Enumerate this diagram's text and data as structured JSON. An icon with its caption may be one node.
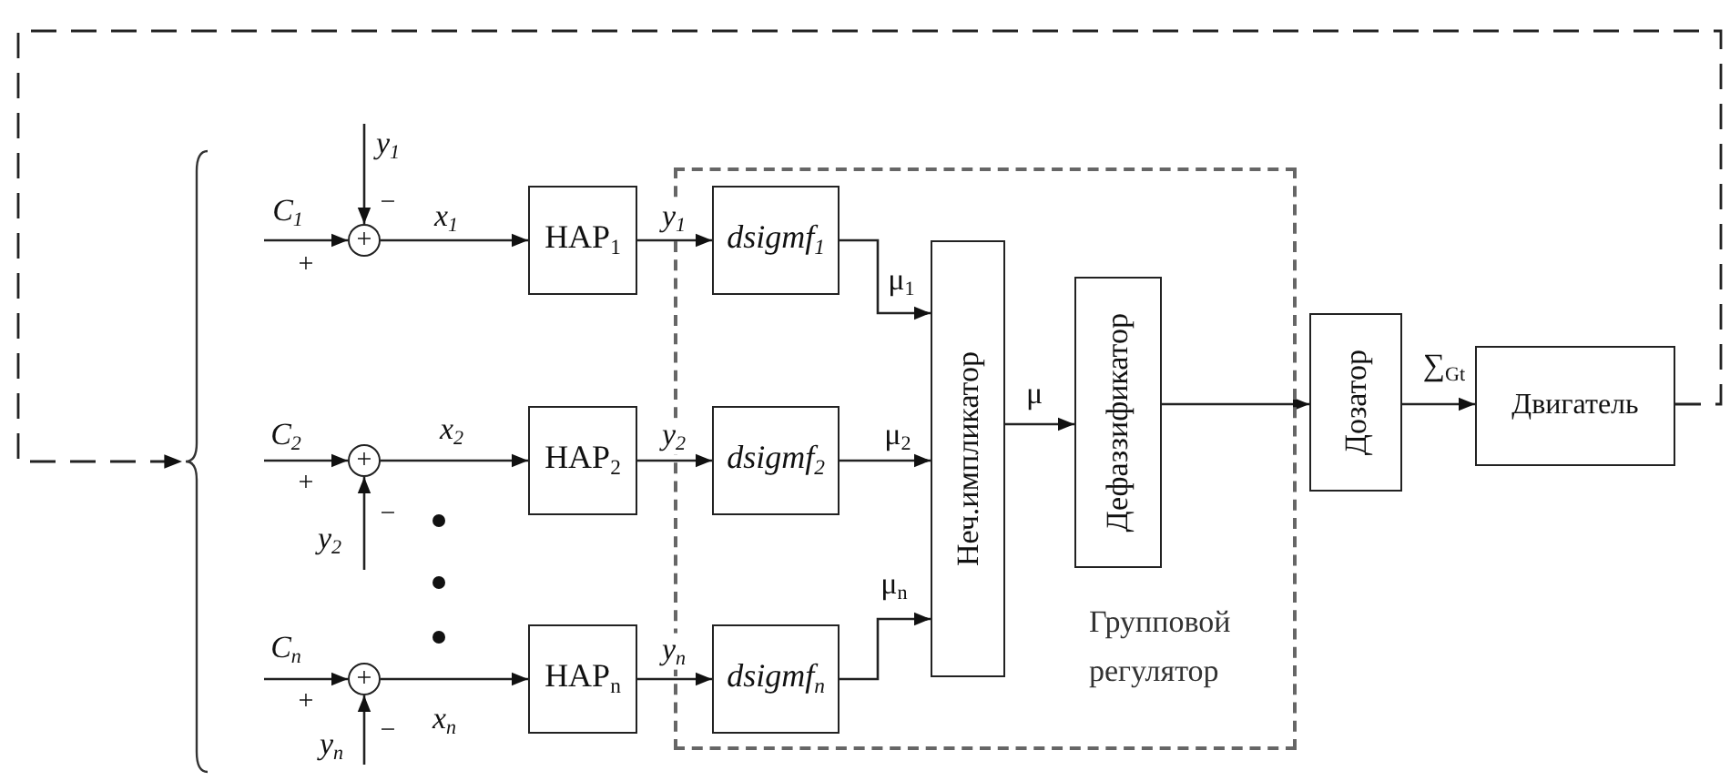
{
  "diagram": {
    "nodes": [
      {
        "text": [
          "+"
        ]
      },
      {
        "text": [
          "+"
        ]
      },
      {
        "text": [
          "+"
        ]
      },
      {
        "text": [
          "НАР$_{1}$"
        ]
      },
      {
        "text": [
          "НАР$_{2}$"
        ]
      },
      {
        "text": [
          "НАР$_{n}$"
        ]
      },
      {
        "text": [
          "Групповой регулятор"
        ]
      },
      {
        "text": [
          "dsigmf$_{1}$"
        ],
        "in": 6
      },
      {
        "text": [
          "dsigmf$_{2}$"
        ],
        "in": 6
      },
      {
        "text": [
          "dsigmf$_{n}$"
        ],
        "in": 6
      },
      {
        "text": [
          "Неч.импликатор"
        ],
        "in": 6
      },
      {
        "text": [
          "Дефаззификатор"
        ],
        "in": 6
      },
      {
        "text": [
          "Дозатор"
        ]
      },
      {
        "text": [
          "Двигатель"
        ]
      },
      {
        "text": [],
        "shape": "brace"
      }
    ],
    "edges": [
      {
        "from": null,
        "to": 0,
        "arrow": "to",
        "label": "C$_{1}$"
      },
      {
        "from": null,
        "to": 0,
        "arrow": "to",
        "label": "y$_{1}$"
      },
      {
        "from": 0,
        "to": 3,
        "arrow": "to",
        "label": "x$_{1}$"
      },
      {
        "from": null,
        "to": 1,
        "arrow": "to",
        "label": "C$_{2}$"
      },
      {
        "from": null,
        "to": 1,
        "arrow": "to",
        "label": "y$_{2}$"
      },
      {
        "from": 1,
        "to": 4,
        "arrow": "to",
        "label": "x$_{2}$"
      },
      {
        "from": null,
        "to": 2,
        "arrow": "to",
        "label": "C$_{n}$"
      },
      {
        "from": null,
        "to": 2,
        "arrow": "to",
        "label": "y$_{n}$"
      },
      {
        "from": 2,
        "to": 5,
        "arrow": "to",
        "label": "x$_{n}$"
      },
      {
        "from": 3,
        "to": 7,
        "arrow": "to",
        "label": "y$_{1}$"
      },
      {
        "from": 4,
        "to": 8,
        "arrow": "to",
        "label": "y$_{2}$"
      },
      {
        "from": 5,
        "to": 9,
        "arrow": "to",
        "label": "y$_{n}$"
      },
      {
        "from": 7,
        "to": 10,
        "arrow": "to",
        "label": "μ$_{1}$"
      },
      {
        "from": 8,
        "to": 10,
        "arrow": "to",
        "label": "μ$_{2}$"
      },
      {
        "from": 9,
        "to": 10,
        "arrow": "to",
        "label": "μ$_{n}$"
      },
      {
        "from": 10,
        "to": 11,
        "arrow": "to",
        "label": "μ"
      },
      {
        "from": 11,
        "to": 12,
        "arrow": "to"
      },
      {
        "from": 12,
        "to": 13,
        "arrow": "to",
        "label": "∑$_{Gt}$"
      },
      {
        "from": 13,
        "to": 14,
        "arrow": "to",
        "style": "dashed"
      }
    ],
    "labels": [
      "−",
      "+",
      "+",
      "−",
      "+",
      "−"
    ]
  }
}
